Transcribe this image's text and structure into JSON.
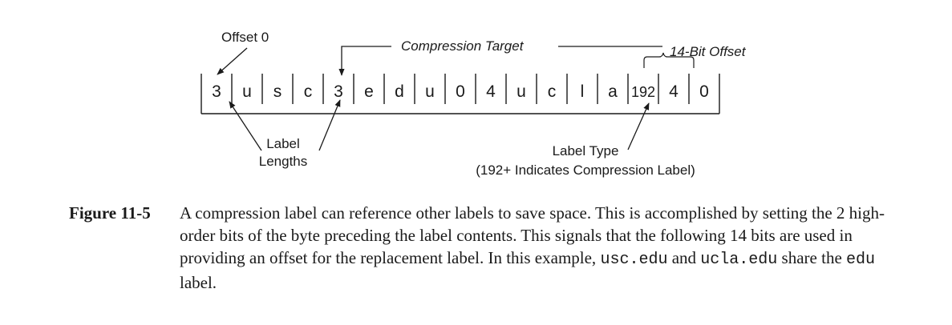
{
  "diagram": {
    "cells": [
      "3",
      "u",
      "s",
      "c",
      "3",
      "e",
      "d",
      "u",
      "0",
      "4",
      "u",
      "c",
      "l",
      "a",
      "192",
      "4",
      "0"
    ],
    "offset_label": "Offset 0",
    "compression_target_label": "Compression Target",
    "offset_bits_label": "14-Bit Offset",
    "label_lengths_line1": "Label",
    "label_lengths_line2": "Lengths",
    "label_type_line1": "Label Type",
    "label_type_line2": "(192+ Indicates Compression Label)"
  },
  "caption": {
    "figure_label": "Figure 11-5",
    "text_1": "A compression label can reference other labels to save space. This is accomplished by setting the 2 high-order bits of the byte preceding the label contents. This signals that the following 14 bits are used in providing an offset for the replacement label. In this example, ",
    "code_1": "usc.edu",
    "text_2": " and ",
    "code_2": "ucla.edu",
    "text_3": " share the ",
    "code_3": "edu",
    "text_4": " label."
  }
}
